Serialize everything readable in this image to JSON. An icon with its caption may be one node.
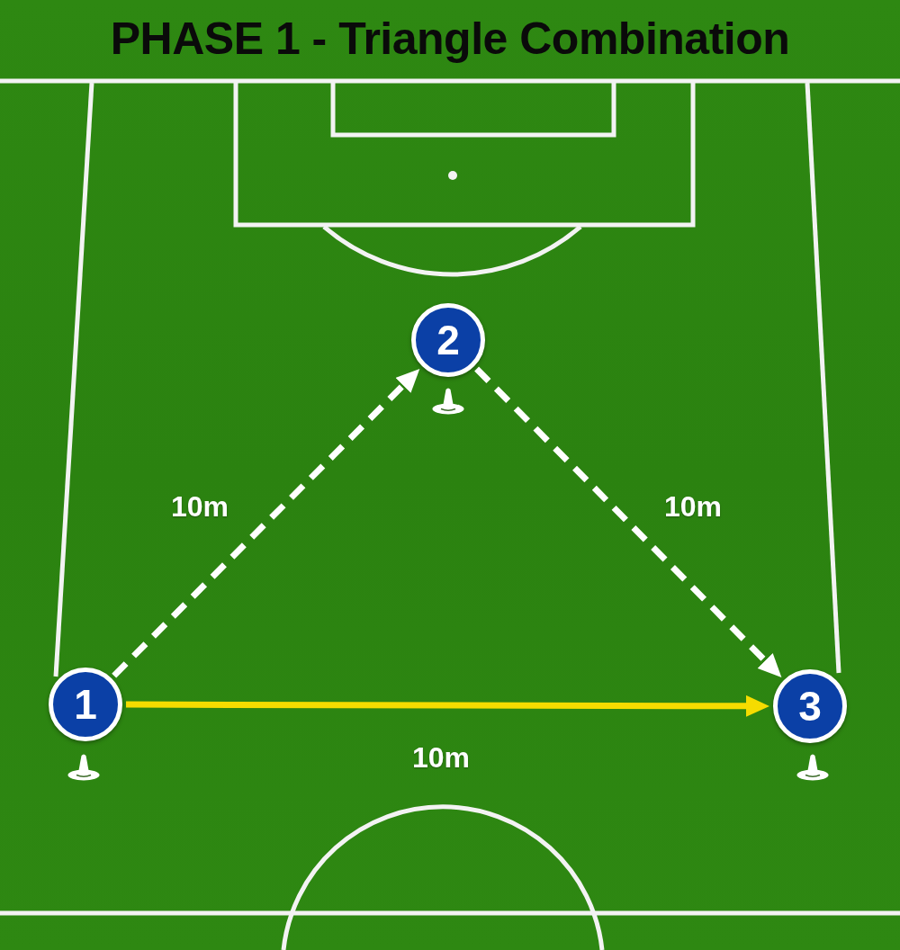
{
  "diagram": {
    "title": "PHASE 1 - Triangle Combination",
    "nodes": [
      {
        "text": [
          "1"
        ]
      },
      {
        "text": [
          "2"
        ]
      },
      {
        "text": [
          "3"
        ]
      }
    ],
    "edges": [
      {
        "from": 0,
        "to": 1,
        "arrow": "to",
        "label": "10m",
        "style": "dashed"
      },
      {
        "from": 1,
        "to": 2,
        "arrow": "to",
        "label": "10m",
        "style": "dashed"
      },
      {
        "from": 0,
        "to": 2,
        "arrow": "to",
        "label": "10m",
        "color": "#f5dc00"
      }
    ]
  }
}
